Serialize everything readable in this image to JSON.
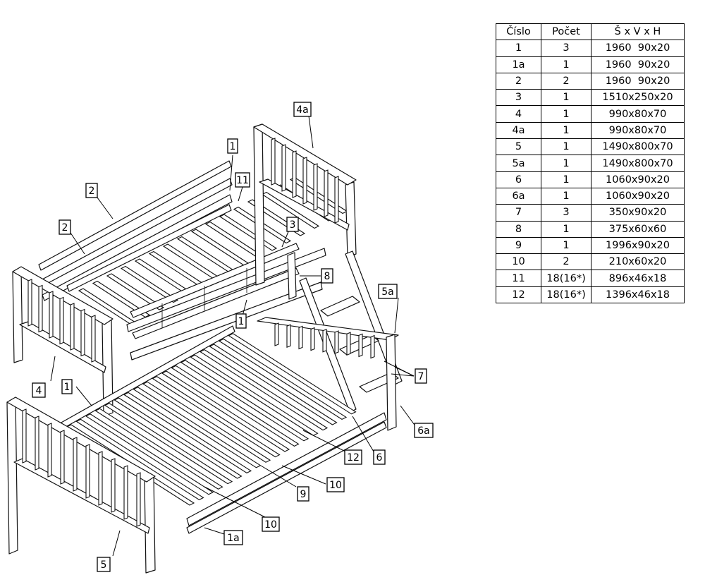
{
  "table": {
    "headers": [
      "Číslo",
      "Počet",
      "Š x V x H"
    ],
    "rows": [
      [
        "1",
        "3",
        "1960  90x20"
      ],
      [
        "1a",
        "1",
        "1960  90x20"
      ],
      [
        "2",
        "2",
        "1960  90x20"
      ],
      [
        "3",
        "1",
        "1510x250x20"
      ],
      [
        "4",
        "1",
        "990x80x70"
      ],
      [
        "4a",
        "1",
        "990x80x70"
      ],
      [
        "5",
        "1",
        "1490x800x70"
      ],
      [
        "5a",
        "1",
        "1490x800x70"
      ],
      [
        "6",
        "1",
        "1060x90x20"
      ],
      [
        "6a",
        "1",
        "1060x90x20"
      ],
      [
        "7",
        "3",
        "350x90x20"
      ],
      [
        "8",
        "1",
        "375x60x60"
      ],
      [
        "9",
        "1",
        "1996x90x20"
      ],
      [
        "10",
        "2",
        "210x60x20"
      ],
      [
        "11",
        "18(16*)",
        "896x46x18"
      ],
      [
        "12",
        "18(16*)",
        "1396x46x18"
      ]
    ]
  },
  "diagram": {
    "labels": [
      "4a",
      "1",
      "11",
      "2",
      "2",
      "3",
      "8",
      "1",
      "5a",
      "7",
      "4",
      "1",
      "6a",
      "6",
      "12",
      "10",
      "9",
      "10",
      "1a",
      "5"
    ]
  }
}
